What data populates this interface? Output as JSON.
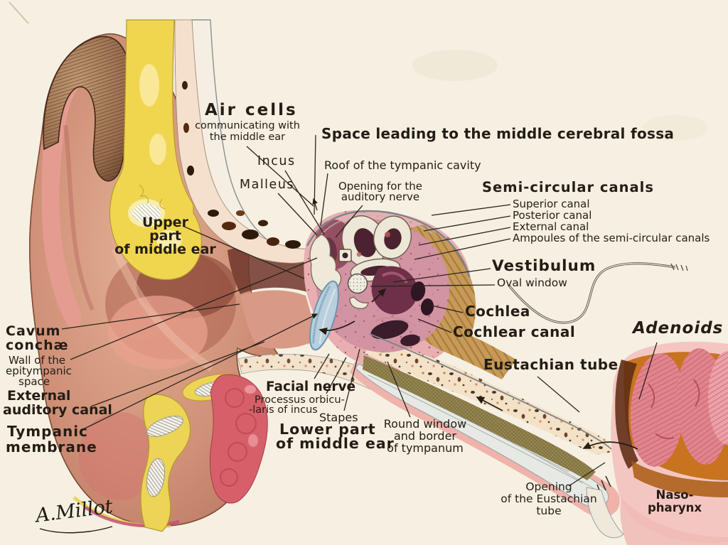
{
  "figure": {
    "type": "anatomical-diagram",
    "subject": "Sectional anatomy of the human ear",
    "signature": "A.Millot",
    "colors": {
      "background": "#f6f0e2",
      "ink": "#241d15",
      "bone_yellow": "#f0d64f",
      "flesh": "#cf9077",
      "cavity_pink": "#d293a3",
      "membrane_blue": "#b9cfdd",
      "tan_ridge": "#c89a58",
      "adenoid_pink": "#e2848e",
      "pharynx_orange": "#c8731f"
    }
  },
  "labels": {
    "air_cells": {
      "l1": "Air cells",
      "l2": "communicating with",
      "l3": "the middle ear"
    },
    "space_leading": "Space leading to the middle cerebral fossa",
    "incus": "Incus",
    "roof": "Roof of the tympanic cavity",
    "malleus": "Malleus",
    "opening_auditory": {
      "l1": "Opening for the",
      "l2": "auditory nerve"
    },
    "semicircular": {
      "title": "Semi-circular canals",
      "items": [
        "Superior canal",
        "Posterior canal",
        "External canal",
        "Ampoules of the semi-circular canals"
      ]
    },
    "upper_part": {
      "l1": "Upper",
      "l2": "part",
      "l3": "of middle ear"
    },
    "vestibulum": "Vestibulum",
    "oval_window": "Oval window",
    "cochlea": "Cochlea",
    "cochlear_canal": "Cochlear canal",
    "adenoids": "Adenoids",
    "cavum_conchae": {
      "l1": "Cavum",
      "l2": "conchæ"
    },
    "wall_epitympanic": {
      "l1": "Wall of the",
      "l2": "epitympanic",
      "l3": "space"
    },
    "external_auditory": {
      "l1": "External",
      "l2": "auditory canal"
    },
    "eustachian_tube": "Eustachian tube",
    "facial_nerve": "Facial nerve",
    "processus": {
      "l1": "Processus orbicu-",
      "l2": "-laris of incus"
    },
    "stapes": "Stapes",
    "lower_part": {
      "l1": "Lower part",
      "l2": "of middle ear"
    },
    "round_window": {
      "l1": "Round window",
      "l2": "and border",
      "l3": "of tympanum"
    },
    "tympanic_membrane": {
      "l1": "Tympanic",
      "l2": "membrane"
    },
    "opening_eustachian": {
      "l1": "Opening",
      "l2": "of the Eustachian",
      "l3": "tube"
    },
    "nasopharynx": {
      "l1": "Naso-",
      "l2": "pharynx"
    }
  }
}
